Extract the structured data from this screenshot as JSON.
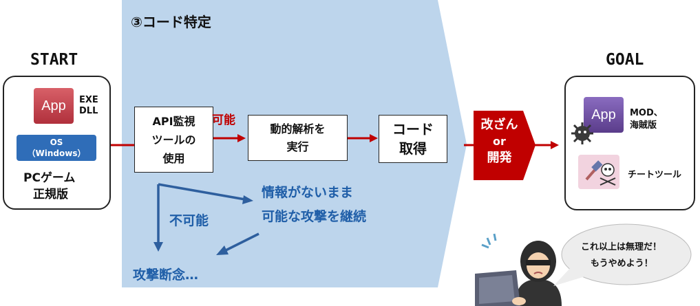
{
  "section_title": "③コード特定",
  "start": {
    "title": "START",
    "app_label": "App",
    "exe_dll": [
      "EXE",
      "DLL"
    ],
    "os_label": [
      "OS",
      "（Windows）"
    ],
    "caption": [
      "PCゲーム",
      "正規版"
    ]
  },
  "goal": {
    "title": "GOAL",
    "app_label": "App",
    "mod_label": [
      "MOD、",
      "海賊版"
    ],
    "cheat_tool": "チートツール"
  },
  "steps": {
    "api_monitor": [
      "API監視",
      "ツールの",
      "使用"
    ],
    "possible": "可能",
    "dynamic_analysis": [
      "動的解析を",
      "実行"
    ],
    "code_get": [
      "コード",
      "取得"
    ],
    "modify_develop": [
      "改ざん",
      "or",
      "開発"
    ]
  },
  "failure_path": {
    "impossible": "不可能",
    "continue_attack": [
      "情報がないまま",
      "可能な攻撃を継続"
    ],
    "give_up": "攻撃断念…"
  },
  "speech_bubble": [
    "これ以上は無理だ！",
    "もうやめよう！"
  ],
  "colors": {
    "panel": "#bdd5ec",
    "accent_red": "#c00000",
    "arrow_blue": "#2e5f9e",
    "text_blue": "#1f5ea8",
    "app_red": "#c0404a",
    "os_blue": "#2f6db8",
    "app_purple": "#6a4c9c",
    "cheat_pink": "#f2d3df"
  }
}
